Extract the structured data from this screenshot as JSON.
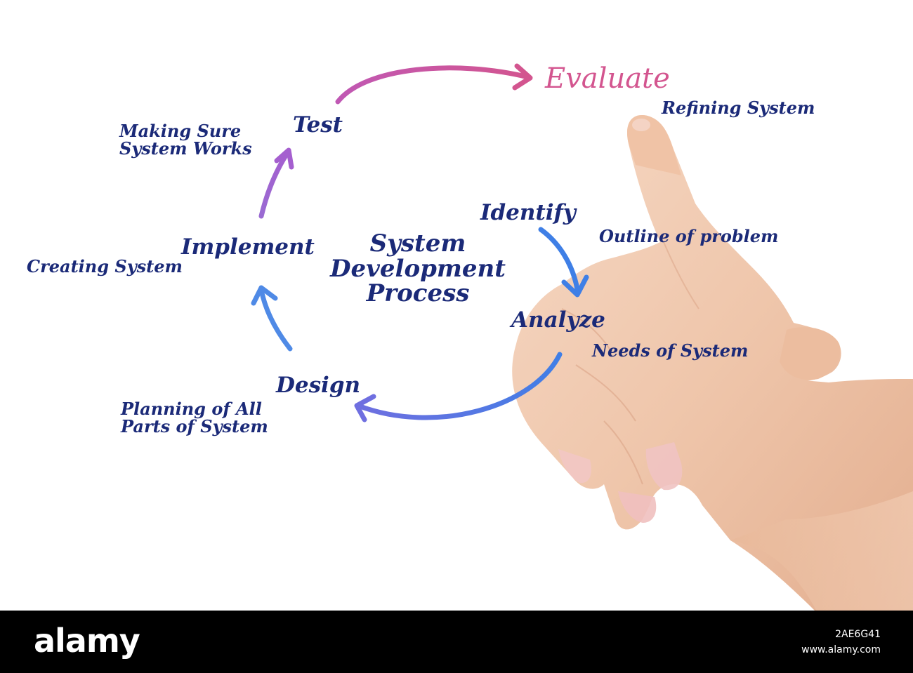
{
  "diagram": {
    "title_lines": [
      "System",
      "Development",
      "Process"
    ],
    "stages": {
      "identify": {
        "label": "Identify",
        "description": "Outline of problem"
      },
      "analyze": {
        "label": "Analyze",
        "description": "Needs of System"
      },
      "design": {
        "label": "Design",
        "description_lines": [
          "Planning of All",
          "Parts of System"
        ]
      },
      "implement": {
        "label": "Implement",
        "description": "Creating System"
      },
      "test": {
        "label": "Test",
        "description_lines": [
          "Making Sure",
          "System Works"
        ]
      },
      "evaluate": {
        "label": "Evaluate",
        "description": "Refining System"
      }
    },
    "colors": {
      "text": "#1b2a78",
      "evaluate": "#d3558f",
      "arrow_blue": "#3f7fe6",
      "arrow_purple": "#a06ad0",
      "arrow_pink": "#d3558f"
    }
  },
  "footer": {
    "logo": "alamy",
    "image_id": "2AE6G41",
    "site": "www.alamy.com"
  }
}
